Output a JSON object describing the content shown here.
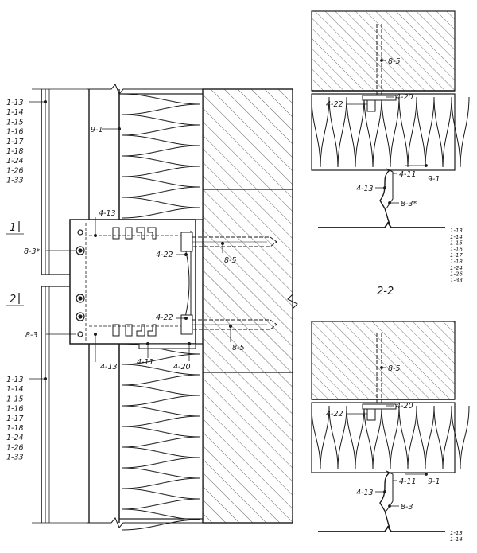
{
  "labels": {
    "stack_top": [
      "1-13",
      "1-14",
      "1-15",
      "1-16",
      "1-17",
      "1-18",
      "1-24",
      "1-26",
      "1-33"
    ],
    "stack_bottom": [
      "1-13",
      "1-14",
      "1-15",
      "1-16",
      "1-17",
      "1-18",
      "1-24",
      "1-26",
      "1-33"
    ],
    "stack_right": [
      "1-13",
      "1-14",
      "1-15",
      "1-16",
      "1-17",
      "1-18",
      "1-24",
      "1-26",
      "1-33"
    ],
    "stack_right_lower": [
      "1-13",
      "1-14"
    ],
    "insulation": "9-1",
    "bracket": "4-13",
    "bracket_b": "4-13",
    "rail": "4-11",
    "washer": "4-20",
    "plate_top": "4-22",
    "plate_bottom": "4-22",
    "anchor_top": "8-5",
    "anchor_bottom": "8-5",
    "rivet_star": "8-3*",
    "rivet": "8-3",
    "section_1": "1",
    "section_2": "2",
    "section_22": "2-2",
    "r1_anchor": "8-5",
    "r1_washer": "4-20",
    "r1_plate": "4-22",
    "r1_rail": "4-11",
    "r1_insulation": "9-1",
    "r1_bracket": "4-13",
    "r1_rivet": "8-3*",
    "r2_anchor": "8-5",
    "r2_washer": "4-20",
    "r2_plate": "4-22",
    "r2_rail": "4-11",
    "r2_insulation": "9-1",
    "r2_bracket": "4-13",
    "r2_rivet": "8-3"
  }
}
